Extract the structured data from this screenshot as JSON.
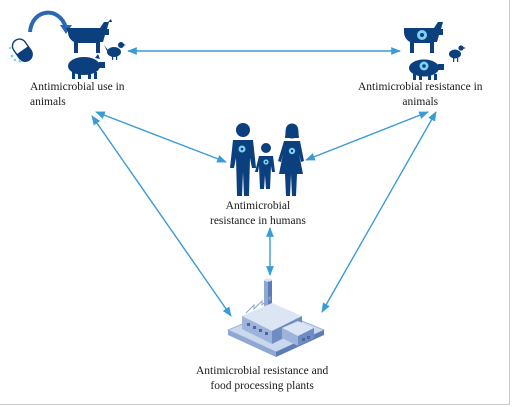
{
  "nodes": {
    "use_in_animals": {
      "line1": "Antimicrobial use in",
      "line2": "animals"
    },
    "resistance_in_animals": {
      "line1": "Antimicrobial resistance in",
      "line2": "animals"
    },
    "resistance_in_humans": {
      "line1": "Antimicrobial",
      "line2": "resistance in humans"
    },
    "food_processing_plants": {
      "line1": "Antimicrobial resistance and",
      "line2": "food processing plants"
    }
  },
  "colors": {
    "arrow": "#3a9bd5",
    "silhouette": "#0b3f7e",
    "accent": "#7fd0f0",
    "factory_light": "#c9d8ee",
    "factory_mid": "#8fa8d1",
    "factory_dark": "#5d7bb4"
  },
  "icons": [
    "pill-capsule-icon",
    "curved-arrow-icon",
    "cow-icon",
    "pig-icon",
    "chicken-icon",
    "family-icon",
    "factory-icon"
  ]
}
